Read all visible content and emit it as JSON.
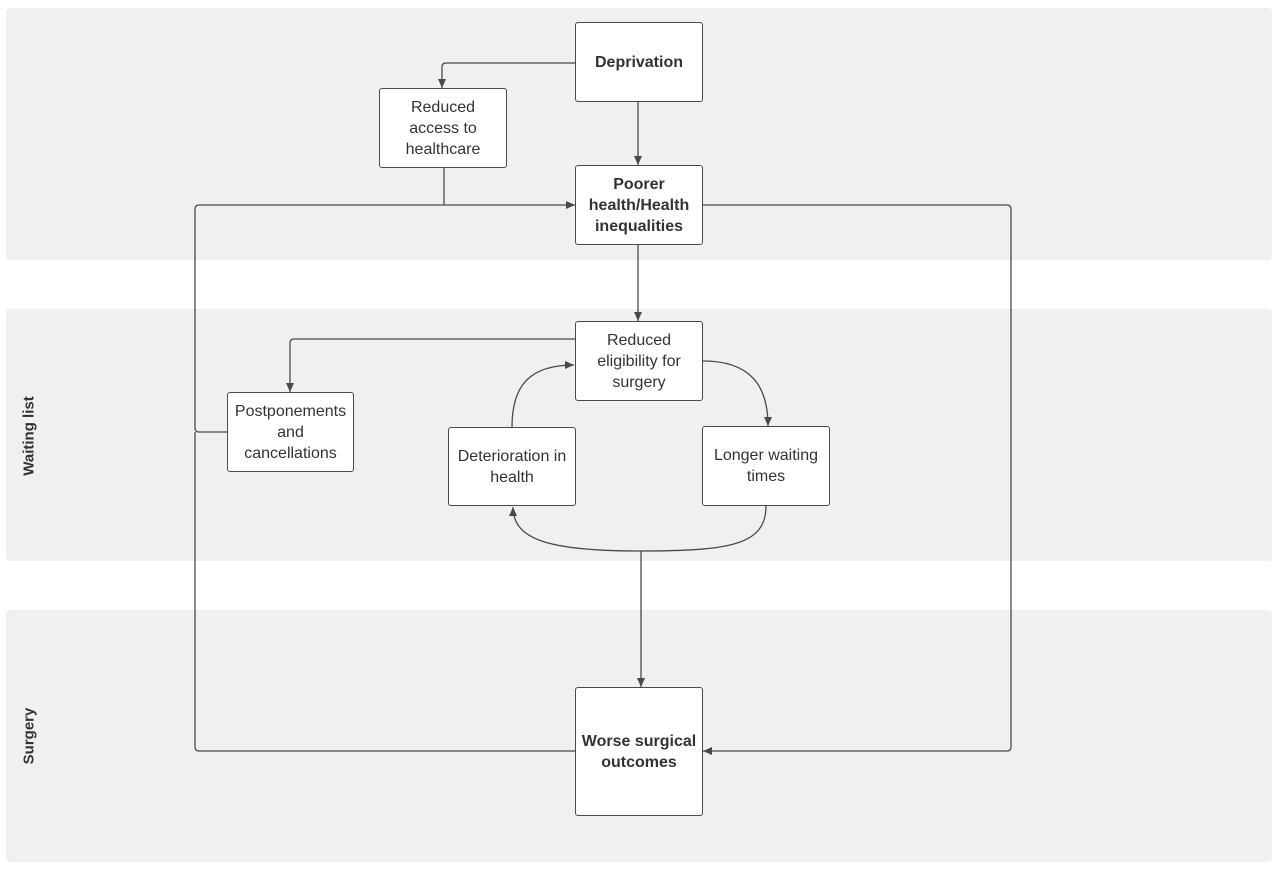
{
  "lanes": {
    "top": "",
    "waiting_list": "Waiting list",
    "surgery": "Surgery"
  },
  "nodes": {
    "deprivation": "Deprivation",
    "reduced_access": "Reduced access to healthcare",
    "poorer_health": "Poorer health/Health inequalities",
    "reduced_eligibility": "Reduced eligibility for surgery",
    "postponements": "Postponements and cancellations",
    "deterioration": "Deterioration in health",
    "longer_waiting": "Longer waiting times",
    "worse_outcomes": "Worse surgical outcomes"
  },
  "colors": {
    "band": "#eff0f0",
    "line": "#4a4a4a",
    "text": "#333333",
    "box_fill": "#ffffff"
  }
}
